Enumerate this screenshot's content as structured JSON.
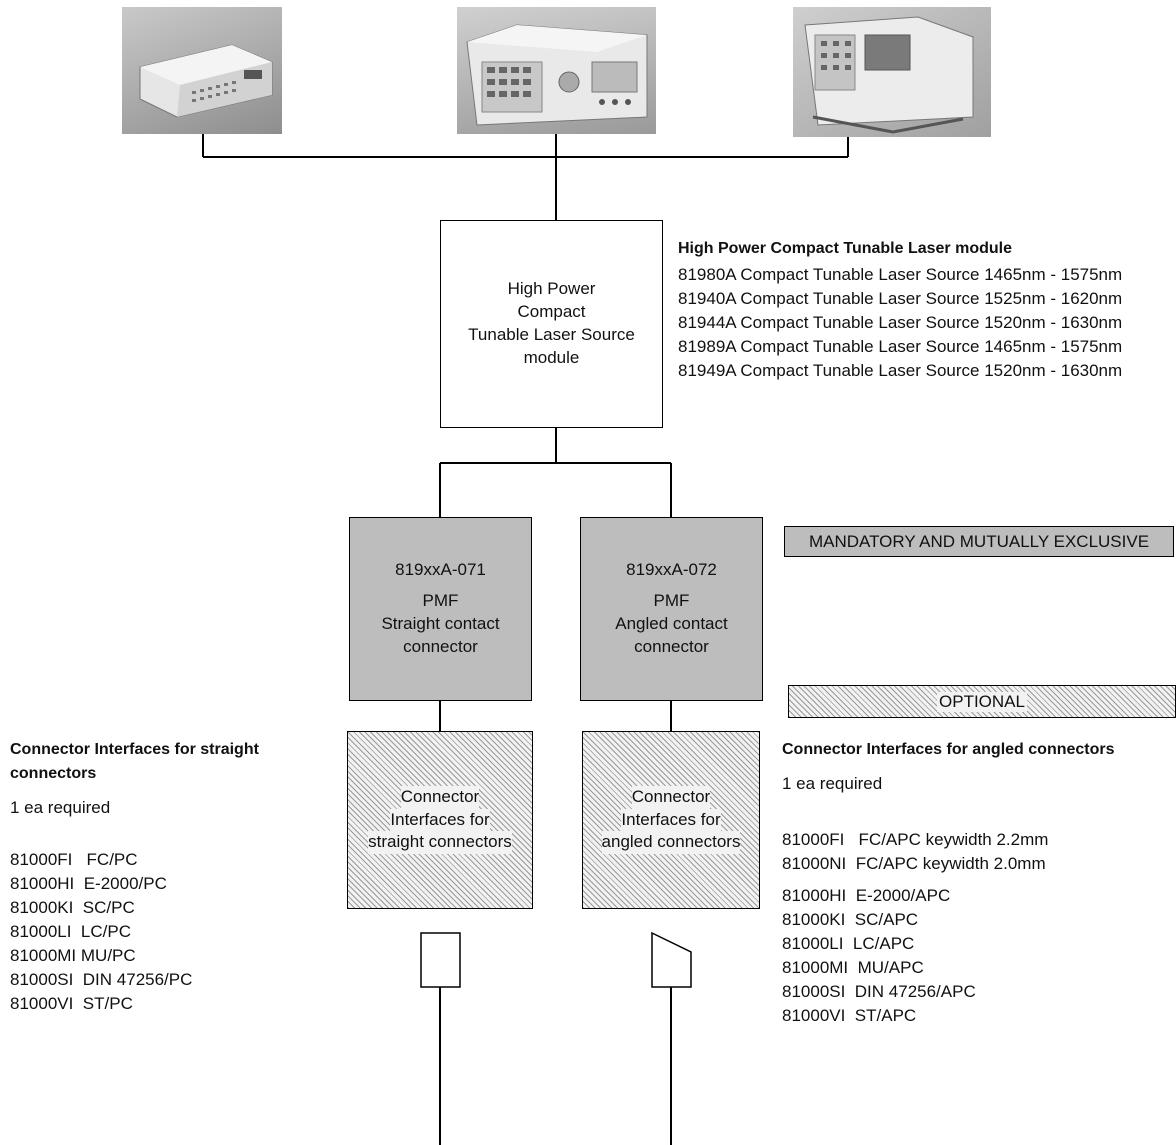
{
  "devices": [
    {
      "name": "mainframe-photo-1"
    },
    {
      "name": "mainframe-photo-2"
    },
    {
      "name": "mainframe-photo-3"
    }
  ],
  "module_box": {
    "lines": [
      "High Power",
      "Compact",
      "Tunable Laser Source",
      "module"
    ]
  },
  "module_info": {
    "title": "High Power Compact Tunable Laser module",
    "items": [
      "81980A Compact Tunable Laser Source 1465nm - 1575nm",
      "81940A Compact Tunable Laser Source 1525nm - 1620nm",
      "81944A Compact Tunable Laser Source 1520nm - 1630nm",
      "81989A Compact Tunable Laser Source 1465nm - 1575nm",
      "81949A Compact Tunable Laser Source 1520nm - 1630nm"
    ]
  },
  "option_071": {
    "lines": [
      "819xxA-071",
      "PMF",
      "Straight contact",
      "connector"
    ]
  },
  "option_072": {
    "lines": [
      "819xxA-072",
      "PMF",
      "Angled contact",
      "connector"
    ]
  },
  "mandatory_label": "MANDATORY AND MUTUALLY EXCLUSIVE",
  "optional_label": "OPTIONAL",
  "straight_iface_box": {
    "lines": [
      "Connector",
      "Interfaces for",
      "straight connectors"
    ]
  },
  "angled_iface_box": {
    "lines": [
      "Connector",
      "Interfaces for",
      "angled connectors"
    ]
  },
  "straight_info": {
    "title_line1": "Connector Interfaces for straight",
    "title_line2": "connectors",
    "required": "1 ea required",
    "items": [
      "81000FI   FC/PC",
      "81000HI  E-2000/PC",
      "81000KI  SC/PC",
      "81000LI  LC/PC",
      "81000MI MU/PC",
      "81000SI  DIN 47256/PC",
      "81000VI  ST/PC"
    ]
  },
  "angled_info": {
    "title": "Connector Interfaces for angled connectors",
    "required": "1 ea required",
    "items_group1": [
      "81000FI   FC/APC keywidth 2.2mm",
      "81000NI  FC/APC keywidth 2.0mm"
    ],
    "items_group2": [
      "81000HI  E-2000/APC",
      "81000KI  SC/APC",
      "81000LI  LC/APC",
      "81000MI  MU/APC",
      "81000SI  DIN 47256/APC",
      "81000VI  ST/APC"
    ]
  },
  "colors": {
    "gray_box": "#bdbdbd",
    "line": "#000000"
  }
}
